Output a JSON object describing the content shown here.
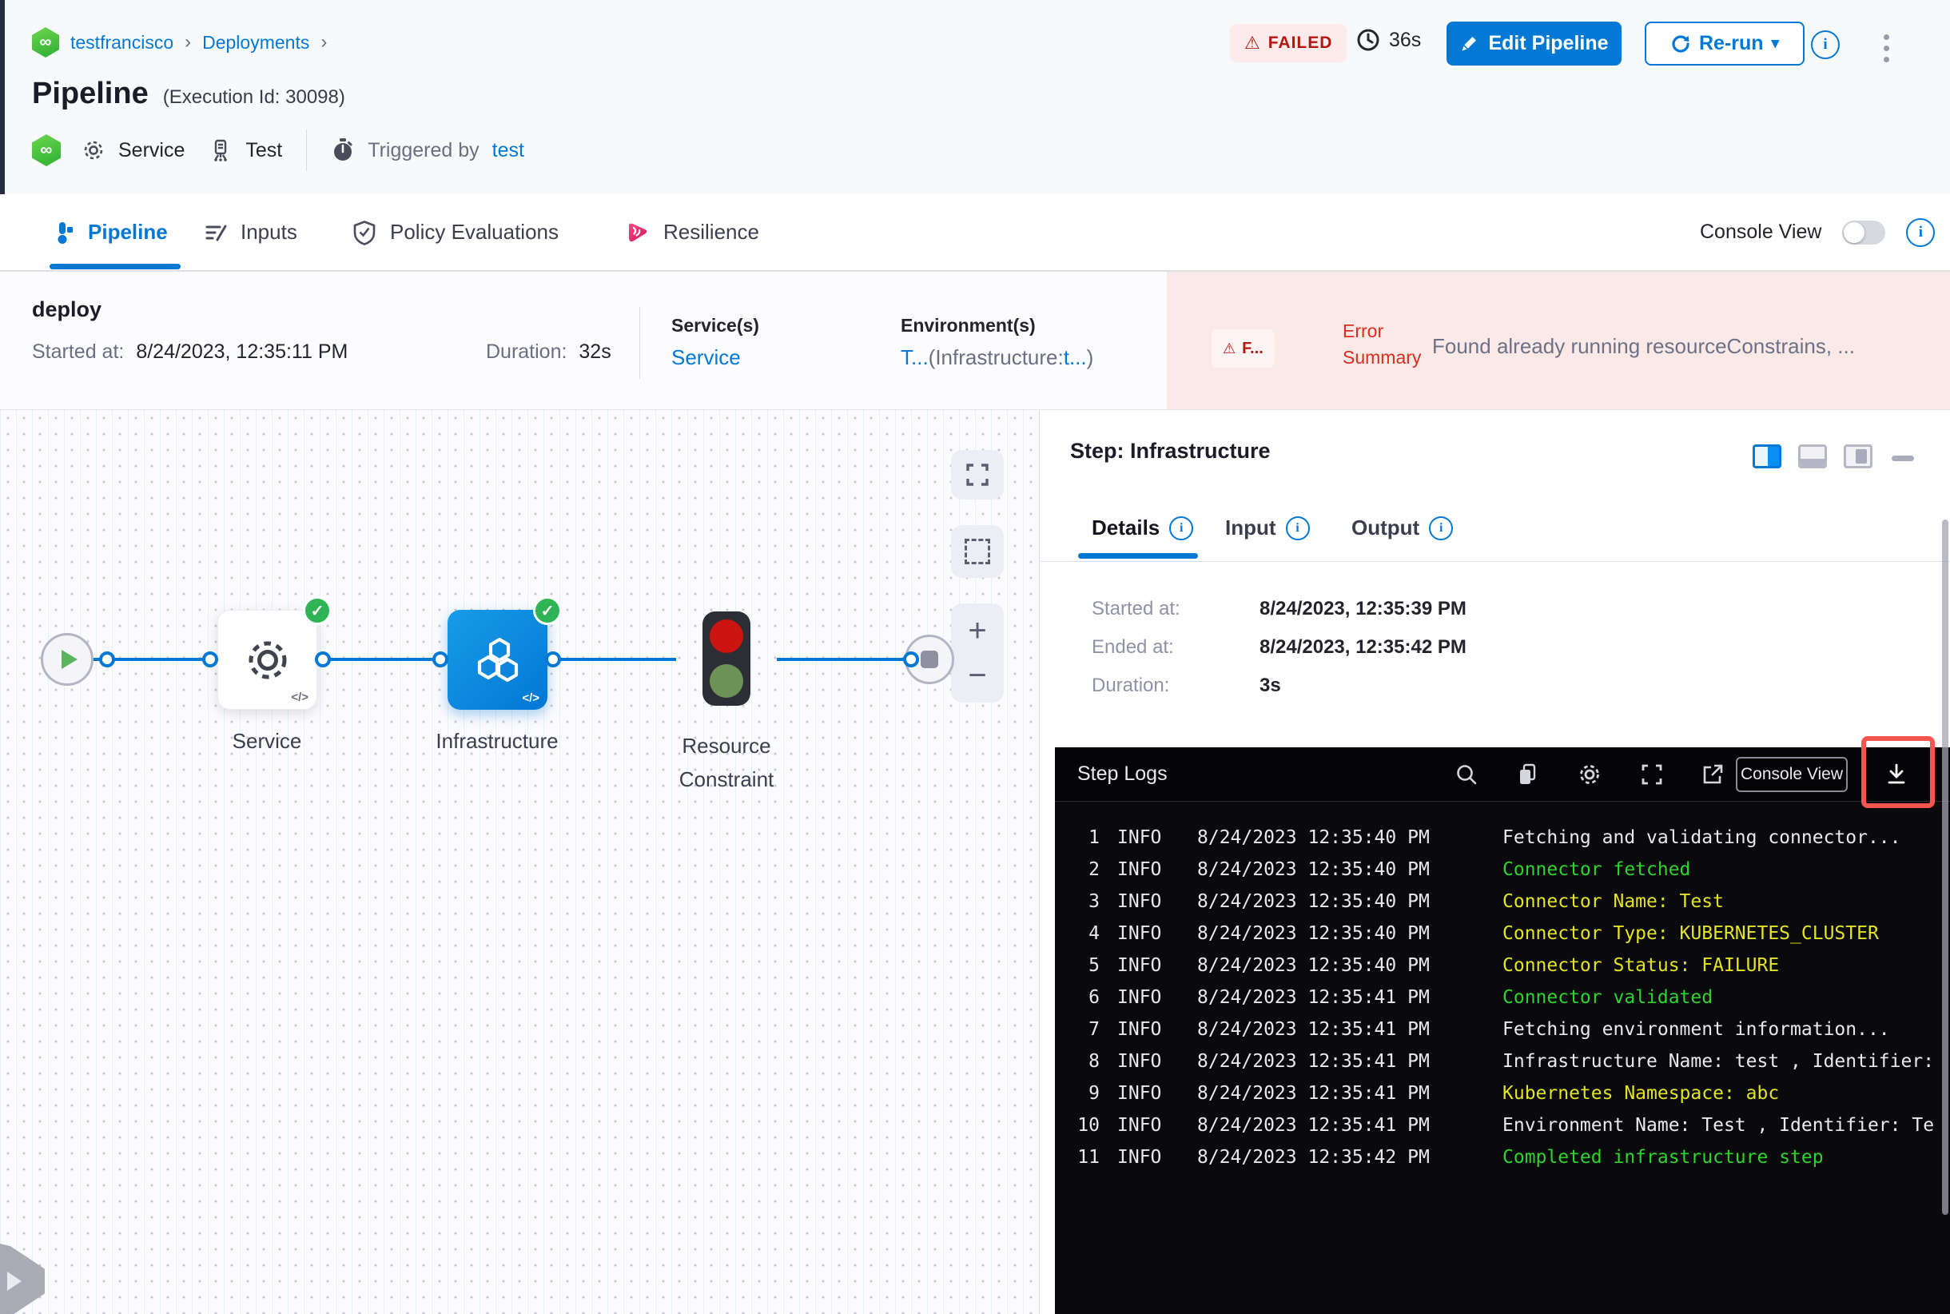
{
  "icons": {
    "infinity": "∞",
    "warning": "⚠",
    "check": "✓",
    "caret_down": "▾",
    "plus": "+",
    "minus": "−",
    "code": "</>"
  },
  "breadcrumb": {
    "project": "testfrancisco",
    "separator": "›",
    "section": "Deployments"
  },
  "header": {
    "title": "Pipeline",
    "execution_id": "(Execution Id: 30098)",
    "status": "FAILED",
    "elapsed": "36s",
    "edit_button": "Edit Pipeline",
    "rerun_button": "Re-run"
  },
  "meta": {
    "service": "Service",
    "environment": "Test",
    "triggered_by_label": "Triggered by",
    "triggered_by_user": "test"
  },
  "tabs": {
    "pipeline": "Pipeline",
    "inputs": "Inputs",
    "policy_evaluations": "Policy Evaluations",
    "resilience": "Resilience",
    "console_view_label": "Console View"
  },
  "stage": {
    "name": "deploy",
    "started_label": "Started at:",
    "started_value": "8/24/2023, 12:35:11 PM",
    "duration_label": "Duration:",
    "duration_value": "32s",
    "services_label": "Service(s)",
    "service_link": "Service",
    "environments_label": "Environment(s)",
    "env_link_1": "T...",
    "env_text_open": "(Infrastructure:",
    "env_link_2": "t...",
    "env_text_close": ")",
    "error_badge": "F...",
    "error_label": "Error Summary",
    "error_message": "Found already running resourceConstrains, ..."
  },
  "graph": {
    "nodes": [
      {
        "label": "Service"
      },
      {
        "label": "Infrastructure"
      },
      {
        "label": "Resource Constraint"
      }
    ]
  },
  "step_panel": {
    "title": "Step: Infrastructure",
    "tab_details": "Details",
    "tab_input": "Input",
    "tab_output": "Output",
    "fields": [
      {
        "label": "Started at:",
        "value": "8/24/2023, 12:35:39 PM"
      },
      {
        "label": "Ended at:",
        "value": "8/24/2023, 12:35:42 PM"
      },
      {
        "label": "Duration:",
        "value": "3s"
      }
    ]
  },
  "logs": {
    "title": "Step Logs",
    "console_view_button": "Console View",
    "lines": [
      {
        "num": 1,
        "level": "INFO",
        "time": "8/24/2023 12:35:40 PM",
        "msg": "Fetching and validating connector...",
        "color": "white"
      },
      {
        "num": 2,
        "level": "INFO",
        "time": "8/24/2023 12:35:40 PM",
        "msg": "Connector fetched",
        "color": "green"
      },
      {
        "num": 3,
        "level": "INFO",
        "time": "8/24/2023 12:35:40 PM",
        "msg": "Connector Name: Test",
        "color": "yellow"
      },
      {
        "num": 4,
        "level": "INFO",
        "time": "8/24/2023 12:35:40 PM",
        "msg": "Connector Type: KUBERNETES_CLUSTER",
        "color": "yellow"
      },
      {
        "num": 5,
        "level": "INFO",
        "time": "8/24/2023 12:35:40 PM",
        "msg": "Connector Status: FAILURE",
        "color": "yellow"
      },
      {
        "num": 6,
        "level": "INFO",
        "time": "8/24/2023 12:35:41 PM",
        "msg": "Connector validated",
        "color": "green"
      },
      {
        "num": 7,
        "level": "INFO",
        "time": "8/24/2023 12:35:41 PM",
        "msg": "Fetching environment information...",
        "color": "white"
      },
      {
        "num": 8,
        "level": "INFO",
        "time": "8/24/2023 12:35:41 PM",
        "msg": "Infrastructure Name: test , Identifier:",
        "color": "white"
      },
      {
        "num": 9,
        "level": "INFO",
        "time": "8/24/2023 12:35:41 PM",
        "msg": "Kubernetes Namespace: abc",
        "color": "yellow"
      },
      {
        "num": 10,
        "level": "INFO",
        "time": "8/24/2023 12:35:41 PM",
        "msg": "Environment Name: Test , Identifier: Te",
        "color": "white"
      },
      {
        "num": 11,
        "level": "INFO",
        "time": "8/24/2023 12:35:42 PM",
        "msg": "Completed infrastructure step",
        "color": "green"
      }
    ]
  }
}
